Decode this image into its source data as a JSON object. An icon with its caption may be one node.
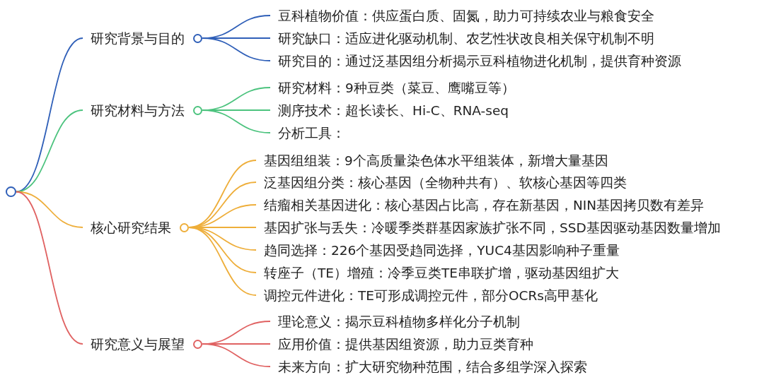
{
  "diagram": {
    "nodes": [
      {
        "text": [],
        "shape": "circle"
      },
      {
        "text": [
          "研究背景与目的"
        ]
      },
      {
        "text": [
          "豆科植物价值：供应蛋白质、固氮，助力可持续农业与粮食安全"
        ]
      },
      {
        "text": [
          "研究缺口：适应进化驱动机制、农艺性状改良相关保守机制不明"
        ]
      },
      {
        "text": [
          "研究目的：通过泛基因组分析揭示豆科植物进化机制，提供育种资源"
        ]
      },
      {
        "text": [
          "研究材料与方法"
        ]
      },
      {
        "text": [
          "研究材料：9种豆类（菜豆、鹰嘴豆等）"
        ]
      },
      {
        "text": [
          "测序技术：超长读长、Hi-C、RNA-seq"
        ]
      },
      {
        "text": [
          "分析工具："
        ]
      },
      {
        "text": [
          "核心研究结果"
        ]
      },
      {
        "text": [
          "基因组组装：9个高质量染色体水平组装体，新增大量基因"
        ]
      },
      {
        "text": [
          "泛基因组分类：核心基因（全物种共有）、软核心基因等四类"
        ]
      },
      {
        "text": [
          "结瘤相关基因进化：核心基因占比高，存在新基因，NIN基因拷贝数有差异"
        ]
      },
      {
        "text": [
          "基因扩张与丢失：冷暖季类群基因家族扩张不同，SSD基因驱动基因数量增加"
        ]
      },
      {
        "text": [
          "趋同选择：226个基因受趋同选择，YUC4基因影响种子重量"
        ]
      },
      {
        "text": [
          "转座子（TE）增殖：冷季豆类TE串联扩增，驱动基因组扩大"
        ]
      },
      {
        "text": [
          "调控元件进化：TE可形成调控元件，部分OCRs高甲基化"
        ]
      },
      {
        "text": [
          "研究意义与展望"
        ]
      },
      {
        "text": [
          "理论意义：揭示豆科植物多样化分子机制"
        ]
      },
      {
        "text": [
          "应用价值：提供基因组资源，助力豆类育种"
        ]
      },
      {
        "text": [
          "未来方向：扩大研究物种范围，结合多组学深入探索"
        ]
      }
    ],
    "edges": [
      {
        "from": 0,
        "to": 1,
        "arrow": "none",
        "color": "#2f5fb8"
      },
      {
        "from": 1,
        "to": 2,
        "arrow": "none",
        "color": "#2f5fb8"
      },
      {
        "from": 1,
        "to": 3,
        "arrow": "none",
        "color": "#2f5fb8"
      },
      {
        "from": 1,
        "to": 4,
        "arrow": "none",
        "color": "#2f5fb8"
      },
      {
        "from": 0,
        "to": 5,
        "arrow": "none",
        "color": "#4cc37e"
      },
      {
        "from": 5,
        "to": 6,
        "arrow": "none",
        "color": "#4cc37e"
      },
      {
        "from": 5,
        "to": 7,
        "arrow": "none",
        "color": "#4cc37e"
      },
      {
        "from": 5,
        "to": 8,
        "arrow": "none",
        "color": "#4cc37e"
      },
      {
        "from": 0,
        "to": 9,
        "arrow": "none",
        "color": "#eeae3a"
      },
      {
        "from": 9,
        "to": 10,
        "arrow": "none",
        "color": "#eeae3a"
      },
      {
        "from": 9,
        "to": 11,
        "arrow": "none",
        "color": "#eeae3a"
      },
      {
        "from": 9,
        "to": 12,
        "arrow": "none",
        "color": "#eeae3a"
      },
      {
        "from": 9,
        "to": 13,
        "arrow": "none",
        "color": "#eeae3a"
      },
      {
        "from": 9,
        "to": 14,
        "arrow": "none",
        "color": "#eeae3a"
      },
      {
        "from": 9,
        "to": 15,
        "arrow": "none",
        "color": "#eeae3a"
      },
      {
        "from": 9,
        "to": 16,
        "arrow": "none",
        "color": "#eeae3a"
      },
      {
        "from": 0,
        "to": 17,
        "arrow": "none",
        "color": "#e06262"
      },
      {
        "from": 17,
        "to": 18,
        "arrow": "none",
        "color": "#e06262"
      },
      {
        "from": 17,
        "to": 19,
        "arrow": "none",
        "color": "#e06262"
      },
      {
        "from": 17,
        "to": 20,
        "arrow": "none",
        "color": "#e06262"
      }
    ]
  }
}
